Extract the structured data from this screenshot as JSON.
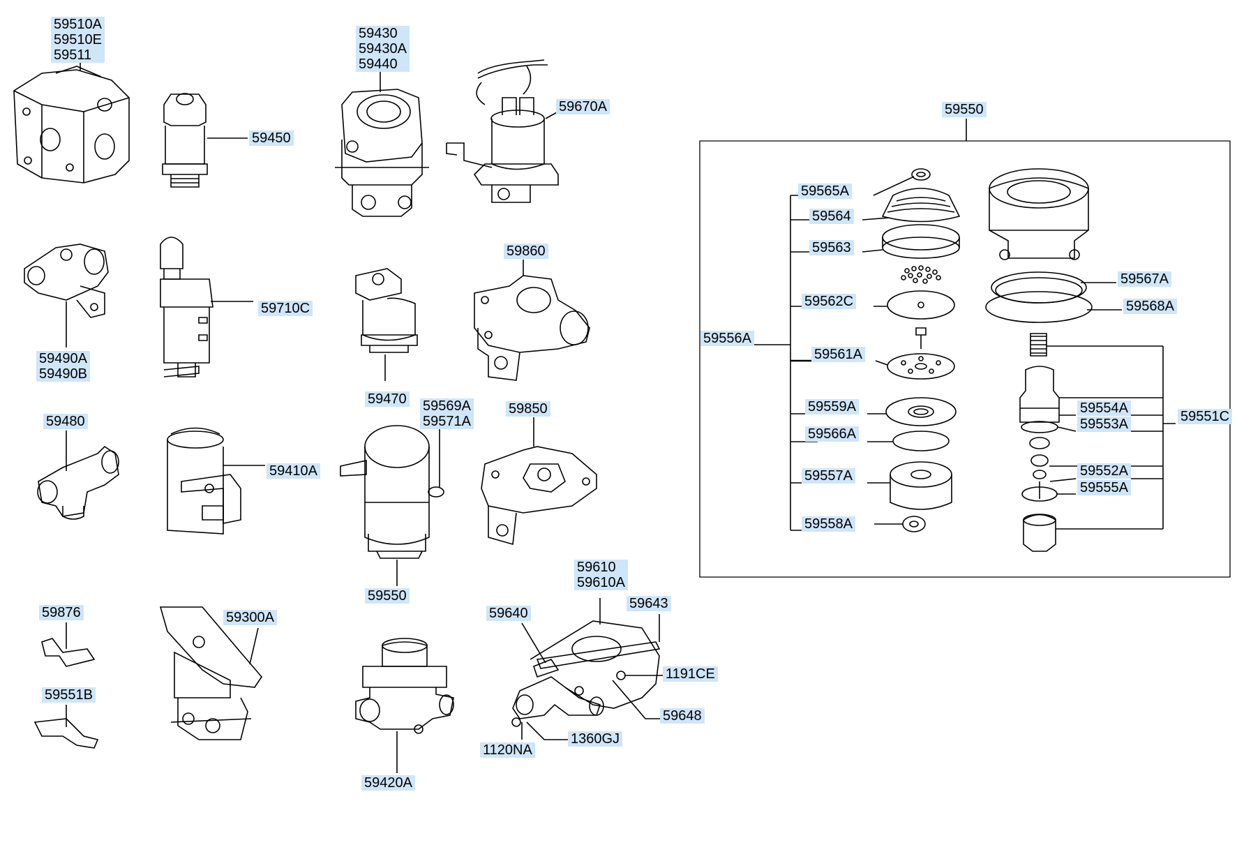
{
  "labels": {
    "l59510": [
      "59510A",
      "59510E",
      "59511"
    ],
    "l59450": [
      "59450"
    ],
    "l59430": [
      "59430",
      "59430A",
      "59440"
    ],
    "l59670A": [
      "59670A"
    ],
    "l59550top": [
      "59550"
    ],
    "l59490": [
      "59490A",
      "59490B"
    ],
    "l59710C": [
      "59710C"
    ],
    "l59470": [
      "59470"
    ],
    "l59860": [
      "59860"
    ],
    "l59480": [
      "59480"
    ],
    "l59410A": [
      "59410A"
    ],
    "l59569": [
      "59569A",
      "59571A"
    ],
    "l59850": [
      "59850"
    ],
    "l59550bot": [
      "59550"
    ],
    "l59876": [
      "59876"
    ],
    "l59551B": [
      "59551B"
    ],
    "l59300A": [
      "59300A"
    ],
    "l59420A": [
      "59420A"
    ],
    "l59640": [
      "59640"
    ],
    "l59610": [
      "59610",
      "59610A"
    ],
    "l59643": [
      "59643"
    ],
    "l1191CE": [
      "1191CE"
    ],
    "l59648": [
      "59648"
    ],
    "l1360GJ": [
      "1360GJ"
    ],
    "l1120NA": [
      "1120NA"
    ],
    "l59565A": [
      "59565A"
    ],
    "l59564": [
      "59564"
    ],
    "l59563": [
      "59563"
    ],
    "l59562C": [
      "59562C"
    ],
    "l59556A": [
      "59556A"
    ],
    "l59561A": [
      "59561A"
    ],
    "l59559A": [
      "59559A"
    ],
    "l59566A": [
      "59566A"
    ],
    "l59557A": [
      "59557A"
    ],
    "l59558A": [
      "59558A"
    ],
    "l59567A": [
      "59567A"
    ],
    "l59568A": [
      "59568A"
    ],
    "l59554A": [
      "59554A"
    ],
    "l59553A": [
      "59553A"
    ],
    "l59551C": [
      "59551C"
    ],
    "l59552A": [
      "59552A"
    ],
    "l59555A": [
      "59555A"
    ]
  }
}
